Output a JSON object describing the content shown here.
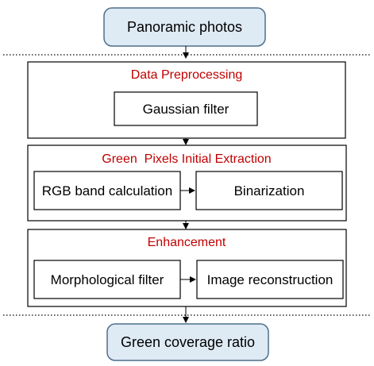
{
  "colors": {
    "terminal_fill": "#deeaf4",
    "terminal_stroke": "#4f6f8a",
    "stage_title": "#c00000",
    "line": "#000000"
  },
  "nodes": {
    "start": "Panoramic photos",
    "end": "Green coverage ratio"
  },
  "stages": [
    {
      "title": "Data Preprocessing",
      "steps": [
        "Gaussian filter"
      ]
    },
    {
      "title": "Green  Pixels Initial Extraction",
      "steps": [
        "RGB band calculation",
        "Binarization"
      ]
    },
    {
      "title": "Enhancement",
      "steps": [
        "Morphological filter",
        "Image reconstruction"
      ]
    }
  ]
}
